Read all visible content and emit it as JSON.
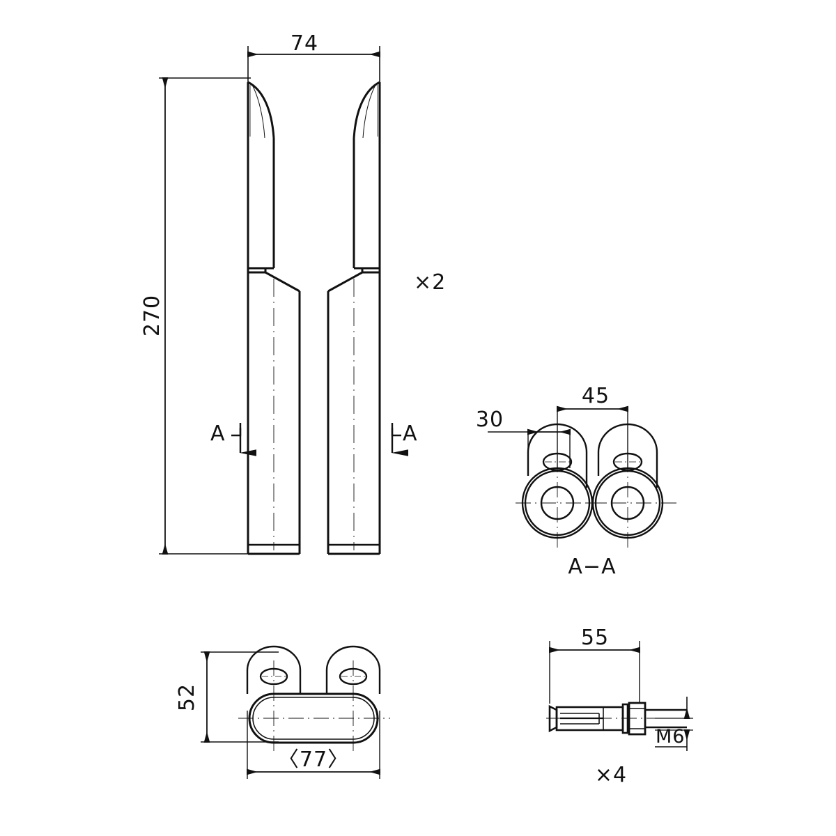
{
  "drawing": {
    "title": "Handle bracket assembly drawing",
    "units": "mm",
    "line_color": "#111111",
    "background": "#ffffff"
  },
  "views": {
    "front": {
      "name": "front-elevation",
      "dimensions": {
        "width_label": "74",
        "height_label": "270"
      },
      "quantity_label": "×2",
      "section_marker_left": "A",
      "section_marker_right": "A"
    },
    "section": {
      "name": "section-a-a",
      "caption": "A−A",
      "dimensions": {
        "offset_label": "30",
        "spacing_label": "45"
      }
    },
    "plan": {
      "name": "bottom-plan-view",
      "dimensions": {
        "height_label": "52",
        "width_label": "〈77〉"
      }
    },
    "anchor": {
      "name": "anchor-bolt-detail",
      "dimensions": {
        "length_label": "55",
        "thread_label": "M6"
      },
      "quantity_label": "×4"
    }
  }
}
